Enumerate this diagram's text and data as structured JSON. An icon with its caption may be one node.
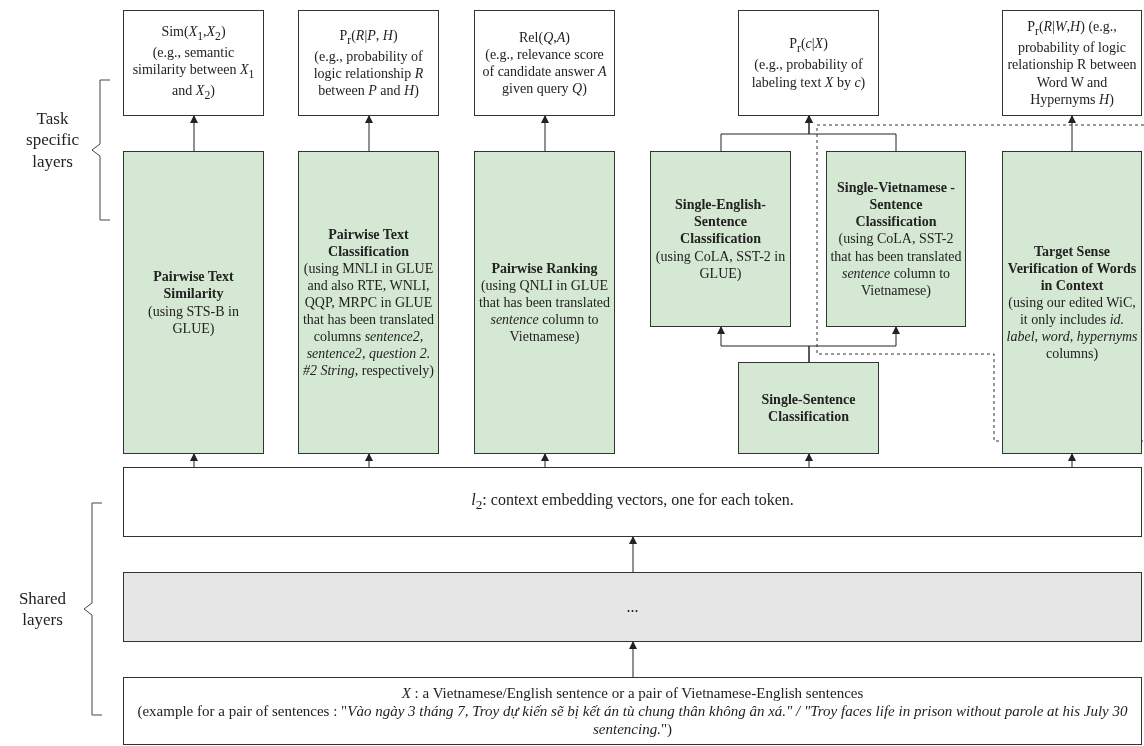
{
  "diagram": {
    "nodes": [
      {
        "text": [
          "Sim(*X*$_{1}$,*X*$_{2}$)",
          "(e.g., semantic similarity between *X*$_{1}$ and *X*$_{2}$)"
        ]
      },
      {
        "text": [
          "P$_{r}$(*R*|*P*, *H*)",
          "(e.g., probability of logic relationship *R* between *P* and *H*)"
        ]
      },
      {
        "text": [
          "Rel(*Q*,*A*)",
          "(e.g., relevance score of candidate answer *A* given query *Q*)"
        ]
      },
      {
        "text": [
          "P$_{r}$(*c*|*X*)",
          "(e.g., probability of labeling text *X* by *c*)"
        ]
      },
      {
        "text": [
          "P$_{r}$(*R*|*W*,*H*) (e.g., probability of logic relationship R between Word W and Hypernyms *H*)"
        ]
      },
      {
        "text": [
          "Pairwise Text Similarity",
          "(using STS-B in GLUE)"
        ]
      },
      {
        "text": [
          "Pairwise Text Classification",
          "(using MNLI in GLUE and also RTE, WNLI, QQP, MRPC in GLUE that has been translated columns *sentence2*, *sentence2*, *question 2. #2 String*, respectively)"
        ]
      },
      {
        "text": [
          "Pairwise Ranking",
          "(using QNLI in GLUE that has been translated *sentence* column to Vietnamese)"
        ]
      },
      {
        "text": [
          "Single-English-Sentence Classification",
          "(using CoLA, SST-2 in GLUE)"
        ]
      },
      {
        "text": [
          "Single-Vietnamese -Sentence Classification",
          "(using CoLA, SST-2 that has been translated *sentence* column to Vietnamese)"
        ]
      },
      {
        "text": [
          "Target Sense Verification of Words in Context",
          "(using our edited WiC, it only includes *id. label*, *word*, *hypernyms* columns)"
        ]
      },
      {
        "text": [
          "Single-Sentence Classification"
        ]
      },
      {
        "text": [
          "*l*$_{2}$: context embedding vectors, one for each token."
        ]
      },
      {
        "text": [
          "..."
        ]
      },
      {
        "text": [
          "*X* : a Vietnamese/English sentence or a pair of Vietnamese-English sentences",
          "(example for a pair of sentences : \"*Vào ngày 3 tháng 7, Troy dự kiến sẽ bị kết án tù chung thân không ân xá.\" / \"Troy faces life in prison without parole at his July 30 sentencing.*\")"
        ]
      }
    ],
    "edges": [
      {
        "from": 14,
        "to": 13,
        "arrow": "to"
      },
      {
        "from": 13,
        "to": 12,
        "arrow": "to"
      },
      {
        "from": 12,
        "to": 5,
        "arrow": "to"
      },
      {
        "from": 12,
        "to": 6,
        "arrow": "to"
      },
      {
        "from": 12,
        "to": 7,
        "arrow": "to"
      },
      {
        "from": 12,
        "to": 11,
        "arrow": "to"
      },
      {
        "from": 12,
        "to": 10,
        "arrow": "to"
      },
      {
        "from": 5,
        "to": 0,
        "arrow": "to"
      },
      {
        "from": 6,
        "to": 1,
        "arrow": "to"
      },
      {
        "from": 7,
        "to": 2,
        "arrow": "to"
      },
      {
        "from": 10,
        "to": 4,
        "arrow": "to"
      },
      {
        "from": 11,
        "to": 8,
        "arrow": "to"
      },
      {
        "from": 11,
        "to": 9,
        "arrow": "to"
      },
      {
        "from": 8,
        "to": 3,
        "arrow": "to"
      },
      {
        "from": 9,
        "to": 3,
        "arrow": "to"
      }
    ],
    "labels": [
      "Task specific layers",
      "Shared layers"
    ]
  }
}
